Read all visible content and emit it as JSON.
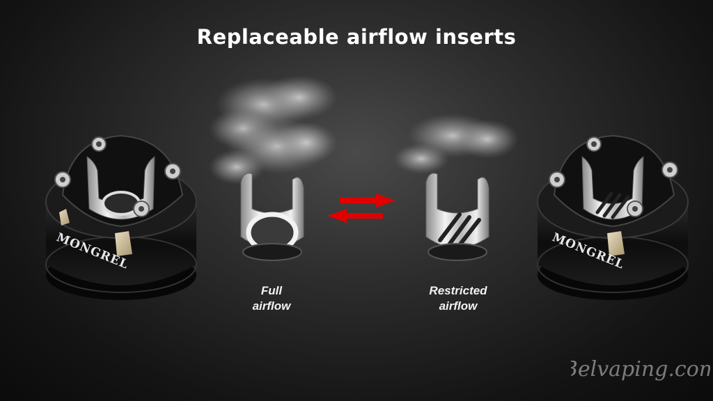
{
  "title": "Replaceable airflow inserts",
  "captions": {
    "full": [
      "Full",
      "airflow"
    ],
    "restricted": [
      "Restricted",
      "airflow"
    ]
  },
  "deck_brand_text": "MONGREL",
  "watermark_text": "Belvaping.com",
  "colors": {
    "arrow": "#e00000",
    "background": "#1a1a1a",
    "text": "#ffffff"
  },
  "icons": [
    "swap-arrows-icon"
  ]
}
